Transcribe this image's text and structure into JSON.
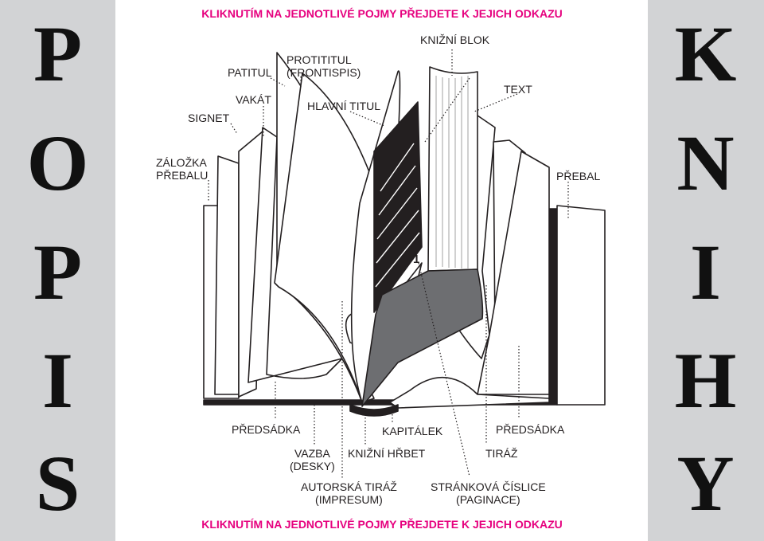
{
  "banner": {
    "top": "KLIKNUTÍM NA JEDNOTLIVÉ POJMY PŘEJDETE K JEJICH ODKAZU",
    "bottom": "KLIKNUTÍM NA JEDNOTLIVÉ POJMY PŘEJDETE K JEJICH ODKAZU"
  },
  "side_left": [
    "P",
    "O",
    "P",
    "I",
    "S"
  ],
  "side_right": [
    "K",
    "N",
    "I",
    "H",
    "Y"
  ],
  "page_number_mark": "1",
  "colors": {
    "accent": "#e6007e",
    "side_panel": "#d2d3d5",
    "ink": "#231f20"
  },
  "labels": {
    "knizni_blok": "KNIŽNÍ BLOK",
    "protititul": [
      "PROTITITUL",
      "(FRONTISPIS)"
    ],
    "patitul": "PATITUL",
    "text": "TEXT",
    "vakat": "VAKÁT",
    "hlavni_titul": "HLAVNÍ TITUL",
    "signet": "SIGNET",
    "zalozka_prebalu": [
      "ZÁLOŽKA",
      "PŘEBALU"
    ],
    "prebal": "PŘEBAL",
    "predsadka_left": "PŘEDSÁDKA",
    "kapitalek": "KAPITÁLEK",
    "predsadka_right": "PŘEDSÁDKA",
    "vazba": [
      "VAZBA",
      "(DESKY)"
    ],
    "knizni_hrbet": "KNIŽNÍ HŘBET",
    "tiraz": "TIRÁŽ",
    "autorska_tiraz": [
      "AUTORSKÁ TIRÁŽ",
      "(IMPRESUM)"
    ],
    "strankova_cislice": [
      "STRÁNKOVÁ ČÍSLICE",
      "(PAGINACE)"
    ]
  }
}
